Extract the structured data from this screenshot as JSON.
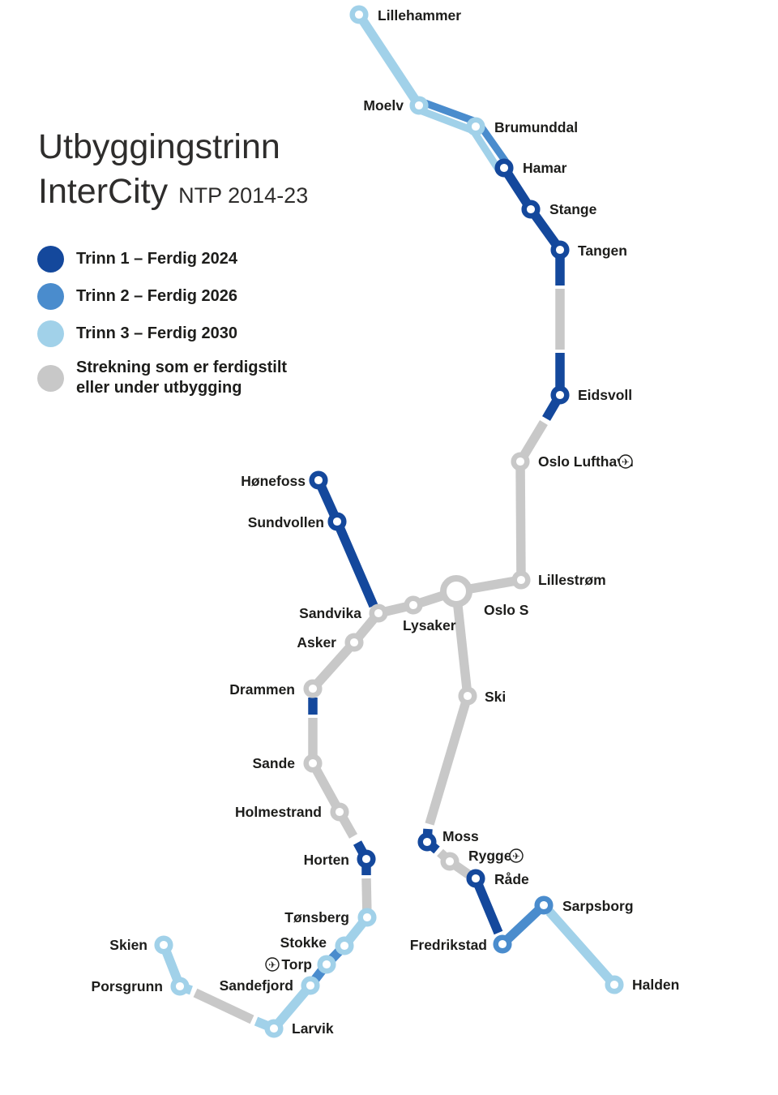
{
  "title": {
    "line1": "Utbyggingstrinn",
    "line2": "InterCity",
    "edition": "NTP 2014-23"
  },
  "colors": {
    "trinn1": "#14489c",
    "trinn2": "#4a8ccd",
    "trinn3": "#a1d1e9",
    "done": "#c8c8c8",
    "text": "#1d1d1b",
    "white": "#ffffff"
  },
  "legend": {
    "items": [
      {
        "label": "Trinn 1 – Ferdig 2024",
        "color": "#14489c"
      },
      {
        "label": "Trinn 2 – Ferdig 2026",
        "color": "#4a8ccd"
      },
      {
        "label": "Trinn 3 – Ferdig 2030",
        "color": "#a1d1e9"
      },
      {
        "label": "Strekning som er ferdigstilt",
        "label_line2": "eller under utbygging",
        "color": "#c8c8c8"
      }
    ]
  },
  "map": {
    "icons": {
      "airport": "✈"
    },
    "stations": [
      {
        "label": "Lillehammer"
      },
      {
        "label": "Moelv"
      },
      {
        "label": "Brumunddal"
      },
      {
        "label": "Hamar"
      },
      {
        "label": "Stange"
      },
      {
        "label": "Tangen"
      },
      {
        "label": "Eidsvoll"
      },
      {
        "label": "Oslo Lufthavn"
      },
      {
        "label": "Lillestrøm"
      },
      {
        "label": "Oslo S"
      },
      {
        "label": "Lysaker"
      },
      {
        "label": "Sandvika"
      },
      {
        "label": "Asker"
      },
      {
        "label": "Hønefoss"
      },
      {
        "label": "Sundvollen"
      },
      {
        "label": "Drammen"
      },
      {
        "label": "Sande"
      },
      {
        "label": "Holmestrand"
      },
      {
        "label": "Horten"
      },
      {
        "label": "Ski"
      },
      {
        "label": "Moss"
      },
      {
        "label": "Rygge"
      },
      {
        "label": "Råde"
      },
      {
        "label": "Fredrikstad"
      },
      {
        "label": "Sarpsborg"
      },
      {
        "label": "Halden"
      },
      {
        "label": "Tønsberg"
      },
      {
        "label": "Stokke"
      },
      {
        "label": "Torp"
      },
      {
        "label": "Sandefjord"
      },
      {
        "label": "Larvik"
      },
      {
        "label": "Porsgrunn"
      },
      {
        "label": "Skien"
      }
    ]
  }
}
